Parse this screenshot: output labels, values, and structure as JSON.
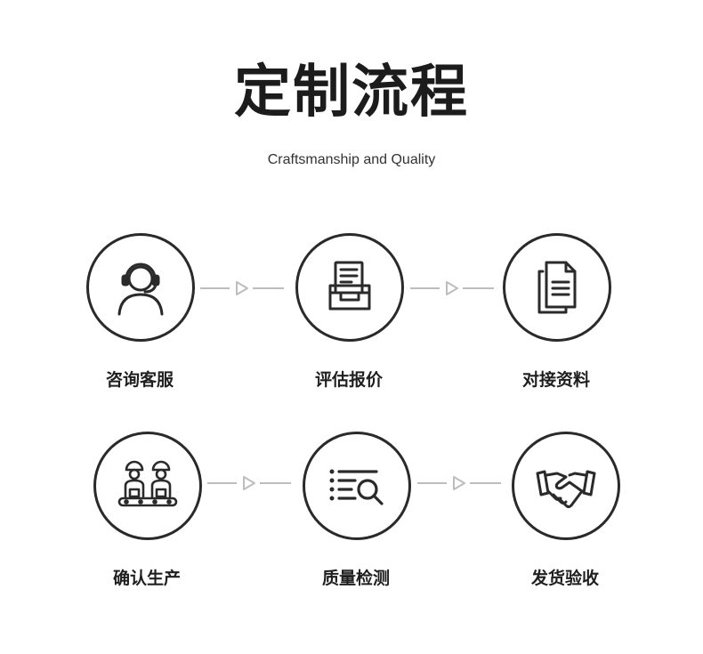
{
  "header": {
    "title": "定制流程",
    "subtitle": "Craftsmanship and Quality"
  },
  "steps": [
    {
      "label": "咨询客服",
      "icon": "customer-service-headset-icon"
    },
    {
      "label": "评估报价",
      "icon": "document-tray-icon"
    },
    {
      "label": "对接资料",
      "icon": "documents-copy-icon"
    },
    {
      "label": "确认生产",
      "icon": "factory-workers-icon"
    },
    {
      "label": "质量检测",
      "icon": "list-magnifier-icon"
    },
    {
      "label": "发货验收",
      "icon": "handshake-icon"
    }
  ],
  "colors": {
    "stroke": "#2a2a2a",
    "arrow": "#bdbdbd",
    "background": "#ffffff"
  }
}
